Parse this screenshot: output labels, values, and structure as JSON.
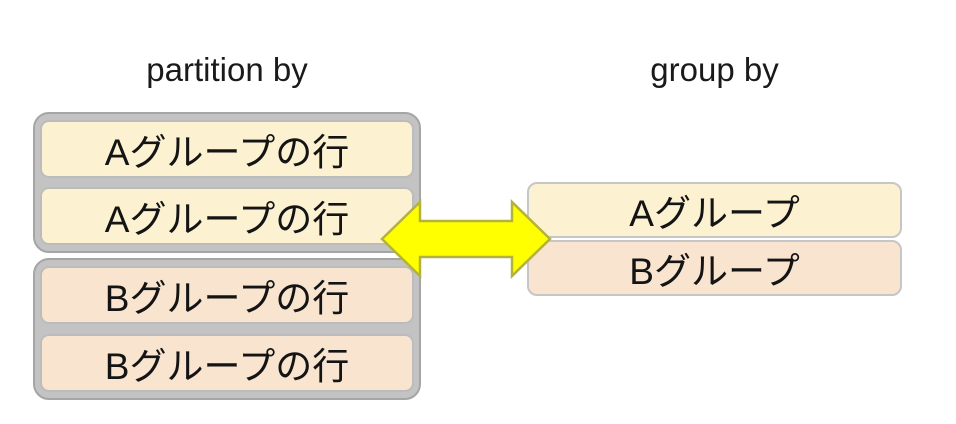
{
  "diagram": {
    "left": {
      "title": "partition by",
      "groups": [
        {
          "id": "partition-group-a",
          "rows": [
            "Aグループの行",
            "Aグループの行"
          ],
          "fill": "#FCF2D2"
        },
        {
          "id": "partition-group-b",
          "rows": [
            "Bグループの行",
            "Bグループの行"
          ],
          "fill": "#F9E4CF"
        }
      ]
    },
    "right": {
      "title": "group by",
      "rows": [
        {
          "label": "Aグループ",
          "fill": "#FCF2D2"
        },
        {
          "label": "Bグループ",
          "fill": "#F9E4CF"
        }
      ]
    },
    "arrow": {
      "meaning": "equivalence between partitioned rows and grouped rows",
      "fill": "#FFFF00",
      "stroke": "#b2b23c"
    },
    "colors": {
      "group_container_fill": "#c3c3c3",
      "group_container_border": "#a5a5a5",
      "row_border": "#bcbcbc",
      "text": "#141414",
      "background": "#ffffff"
    }
  }
}
